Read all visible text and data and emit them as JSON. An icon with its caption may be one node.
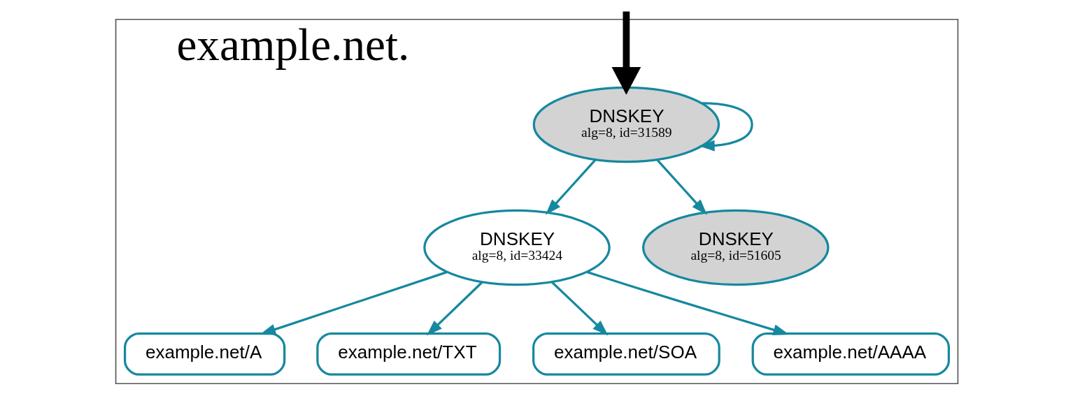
{
  "diagram": {
    "nodes": [
      {
        "text": [
          "example.net."
        ]
      },
      {
        "text": [
          "DNSKEY",
          "alg=8, id=31589"
        ],
        "in": 0
      },
      {
        "text": [
          "DNSKEY",
          "alg=8, id=33424"
        ],
        "in": 0
      },
      {
        "text": [
          "DNSKEY",
          "alg=8, id=51605"
        ],
        "in": 0
      },
      {
        "text": [
          "example.net/A"
        ],
        "in": 0
      },
      {
        "text": [
          "example.net/TXT"
        ],
        "in": 0
      },
      {
        "text": [
          "example.net/SOA"
        ],
        "in": 0
      },
      {
        "text": [
          "example.net/AAAA"
        ],
        "in": 0
      }
    ],
    "edges": [
      {
        "from": null,
        "to": 1,
        "arrow": "to",
        "style": "thick",
        "color": "#000000"
      },
      {
        "from": 1,
        "to": 1,
        "arrow": "to"
      },
      {
        "from": 1,
        "to": 2,
        "arrow": "to"
      },
      {
        "from": 1,
        "to": 3,
        "arrow": "to"
      },
      {
        "from": 2,
        "to": 4,
        "arrow": "to"
      },
      {
        "from": 2,
        "to": 5,
        "arrow": "to"
      },
      {
        "from": 2,
        "to": 6,
        "arrow": "to"
      },
      {
        "from": 2,
        "to": 7,
        "arrow": "to"
      }
    ]
  }
}
